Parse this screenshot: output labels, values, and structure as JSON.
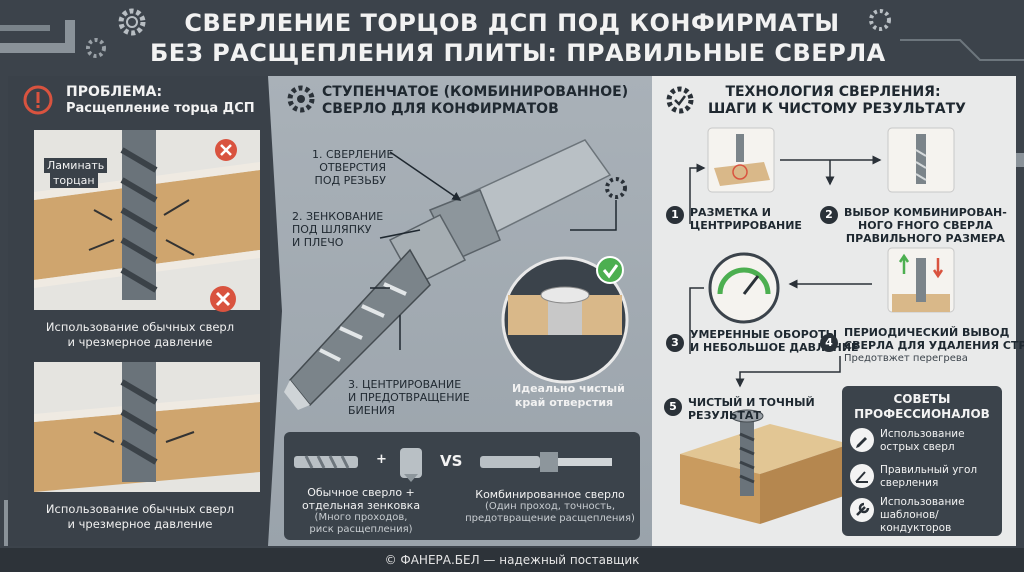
{
  "title": {
    "line1": "СВЕРЛЕНИЕ ТОРЦОВ ДСП ПОД КОНФИРМАТЫ",
    "line2": "БЕЗ РАСЩЕПЛЕНИЯ ПЛИТЫ: ПРАВИЛЬНЫЕ СВЕРЛА"
  },
  "problem": {
    "heading": "ПРОБЛЕМА:",
    "subheading": "Расщепление торца ДСП",
    "laminate_label_1": "Ламинать",
    "laminate_label_2": "торцан",
    "caption1_line1": "Использование обычных сверл",
    "caption1_line2": "и чрезмерное давление",
    "caption2_line1": "Использование обычных сверл",
    "caption2_line2": "и чрезмерное давление"
  },
  "drill": {
    "heading_line1": "СТУПЕНЧАТОЕ (КОМБИНИРОВАННОЕ)",
    "heading_line2": "СВЕРЛО ДЛЯ КОНФИРМАТОВ",
    "label1_line1": "1. СВЕРЛЕНИЕ",
    "label1_line2": "ОТВЕРСТИЯ",
    "label1_line3": "ПОД РЕЗЬБУ",
    "label2_line1": "2. ЗЕНКОВАНИЕ",
    "label2_line2": "ПОД ШЛЯПКУ",
    "label2_line3": "И ПЛЕЧО",
    "label3_line1": "3. ЦЕНТРИРОВАНИЕ",
    "label3_line2": "И ПРЕДОТВРАЩЕНИЕ",
    "label3_line3": "БИЕНИЯ",
    "result_line1": "Идеально чистый",
    "result_line2": "край отверстия",
    "plus": "+",
    "vs": "VS",
    "left_title_line1": "Обычное сверло +",
    "left_title_line2": "отдельная зенковка",
    "left_note_line1": "(Много проходов,",
    "left_note_line2": "риск расщепления)",
    "right_title": "Комбинированное сверло",
    "right_note_line1": "(Один проход, точность,",
    "right_note_line2": "предотвращение расщепления)"
  },
  "tech": {
    "heading_line1": "ТЕХНОЛОГИЯ СВЕРЛЕНИЯ:",
    "heading_line2": "ШАГИ К ЧИСТОМУ РЕЗУЛЬТАТУ",
    "steps": [
      {
        "num": "1",
        "line1": "РАЗМЕТКА И",
        "line2": "ЦЕНТРИРОВАНИЕ"
      },
      {
        "num": "2",
        "line1": "ВЫБОР КОМБИНИРОВАН-",
        "line2": "НОГО FНОГО СВЕРЛА",
        "line3": "ПРАВИЛЬНОГО РАЗМЕРА"
      },
      {
        "num": "3",
        "line1": "УМЕРЕННЫЕ ОБОРОТЫ",
        "line2": "И НЕБОЛЬШОЕ ДАВЛЕНИЕ"
      },
      {
        "num": "4",
        "line1": "ПЕРИОДИЧЕСКИЙ ВЫВОД",
        "line2": "СВЕРЛА ДЛЯ УДАЛЕНИЯ СТРУЖКИ",
        "note": "Предотвжет перегрева"
      },
      {
        "num": "5",
        "line1": "ЧИСТЫЙ И ТОЧНЫЙ",
        "line2": "РЕЗУЛЬТАТ"
      }
    ]
  },
  "tips": {
    "heading_line1": "СОВЕТЫ",
    "heading_line2": "ПРОФЕССИОНАЛОВ",
    "items": [
      {
        "line1": "Использование",
        "line2": "острых сверл"
      },
      {
        "line1": "Правильный угол",
        "line2": "сверления"
      },
      {
        "line1": "Использование",
        "line2": "шаблонов/",
        "line3": "кондукторов"
      }
    ]
  },
  "footer": "© ФАНЕРА.БЕЛ — надежный поставщик",
  "colors": {
    "background": "#3c434b",
    "accent_red": "#d9533f",
    "accent_green": "#4caf50",
    "wood": "#d9b889"
  }
}
